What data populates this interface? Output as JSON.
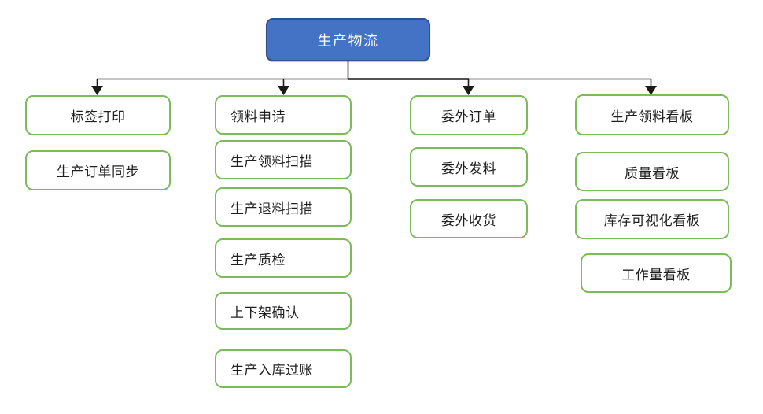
{
  "diagram": {
    "root": {
      "label": "生产物流"
    },
    "groups": [
      {
        "name": "printing-sync",
        "items": [
          "标签打印",
          "生产订单同步"
        ]
      },
      {
        "name": "material-flow",
        "items": [
          "领料申请",
          "生产领料扫描",
          "生产退料扫描",
          "生产质检",
          "上下架确认",
          "生产入库过账"
        ]
      },
      {
        "name": "outsourcing",
        "items": [
          "委外订单",
          "委外发料",
          "委外收货"
        ]
      },
      {
        "name": "kanban",
        "items": [
          "生产领料看板",
          "质量看板",
          "库存可视化看板",
          "工作量看板"
        ]
      }
    ]
  },
  "colors": {
    "root_fill": "#4472C4",
    "root_border": "#2F528F",
    "node_border": "#7CBB5C",
    "connector": "#1A1A1A",
    "text": "#1F1F1F",
    "root_text": "#FFFFFF",
    "canvas_bg": "#FFFFFF"
  }
}
